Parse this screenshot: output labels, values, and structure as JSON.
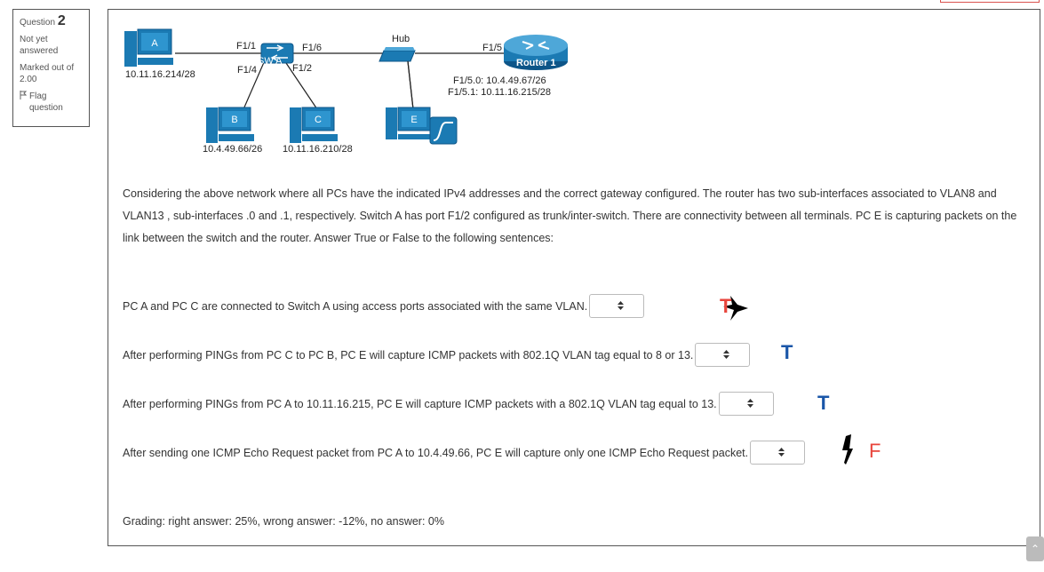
{
  "sidebar": {
    "question_label": "Question",
    "question_number": "2",
    "status": "Not yet answered",
    "marked_out_of": "Marked out of 2.00",
    "flag_label": "Flag question"
  },
  "diagram": {
    "pc_a": "A",
    "pc_b": "B",
    "pc_c": "C",
    "pc_e": "E",
    "pc_a_ip": "10.11.16.214/28",
    "pc_b_ip": "10.4.49.66/26",
    "pc_c_ip": "10.11.16.210/28",
    "switch_name": "SW A",
    "hub_name": "Hub",
    "router_name": "Router 1",
    "port_f11": "F1/1",
    "port_f16": "F1/6",
    "port_f14": "F1/4",
    "port_f12": "F1/2",
    "port_f15": "F1/5",
    "router_if0": "F1/5.0: 10.4.49.67/26",
    "router_if1": "F1/5.1: 10.11.16.215/28"
  },
  "question": {
    "intro": "Considering the above network where all PCs have the indicated IPv4 addresses and the correct gateway configured. The router has two sub-interfaces associated to VLAN8 and VLAN13 , sub-interfaces .0 and .1, respectively. Switch A has port F1/2 configured as trunk/inter-switch. There are connectivity between all terminals. PC E is capturing packets on the link between the switch and the router. Answer True or False to the following sentences:",
    "items": [
      {
        "text": "PC A and PC C are connected to Switch A using access ports associated with the same VLAN.",
        "select_value": "",
        "mark": "T",
        "mark_color": "#e8453c"
      },
      {
        "text": "After performing PINGs from PC C to PC B, PC E will capture ICMP packets with 802.1Q VLAN tag equal to 8 or 13.",
        "select_value": "",
        "mark": "T",
        "mark_color": "#1a56a8"
      },
      {
        "text": "After performing PINGs from PC A to 10.11.16.215, PC E will capture ICMP packets with a 802.1Q VLAN tag equal to 13.",
        "select_value": "",
        "mark": "T",
        "mark_color": "#1a56a8"
      },
      {
        "text": "After sending one ICMP Echo Request packet from PC A to 10.4.49.66, PC E will capture only one ICMP Echo Request packet.",
        "select_value": "",
        "mark": "F",
        "mark_color": "#e8453c"
      }
    ],
    "grading": "Grading: right answer: 25%, wrong answer: -12%, no answer: 0%"
  },
  "colors": {
    "device_blue": "#1b7ab3",
    "mark_red": "#e8453c",
    "mark_blue": "#1a56a8"
  },
  "icons": [
    "flag-icon",
    "select-arrows-icon",
    "scroll-up-icon"
  ]
}
